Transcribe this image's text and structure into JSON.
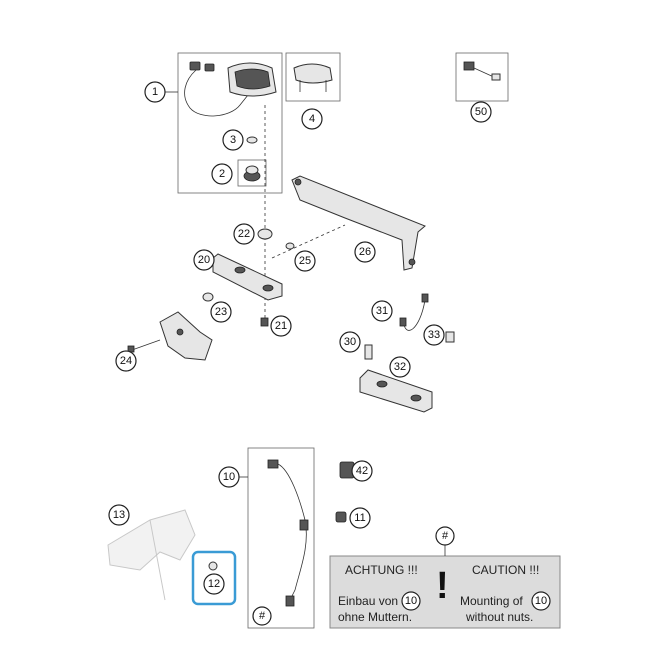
{
  "callouts": [
    "1",
    "2",
    "3",
    "4",
    "50",
    "22",
    "26",
    "20",
    "25",
    "23",
    "21",
    "24",
    "31",
    "30",
    "33",
    "32",
    "10",
    "42",
    "13",
    "11",
    "12",
    "#"
  ],
  "highlight_color": "#3a9bd5",
  "note": {
    "de_title": "ACHTUNG !!!",
    "en_title": "CAUTION !!!",
    "de_line1": "Einbau von",
    "de_ref": "10",
    "de_line2": "ohne Muttern.",
    "en_line1": "Mounting of",
    "en_ref": "10",
    "en_line2": "without nuts.",
    "mark": "!"
  }
}
